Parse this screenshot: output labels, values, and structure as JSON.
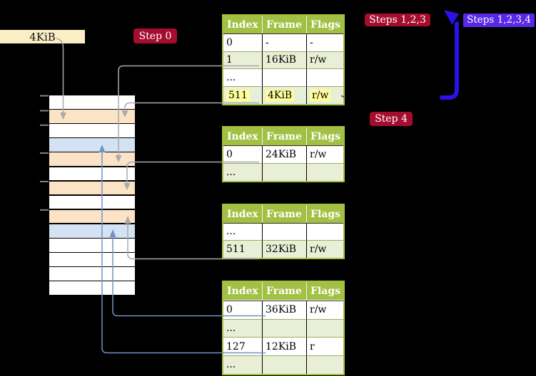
{
  "colors": {
    "canvas_bg": "#000000",
    "table_green": "#a2c043",
    "row_green": "#e9efd6",
    "row_divider": "#9cab5e",
    "highlight_yellow": "#fdfe9b",
    "mem_orange": "#fce3c6",
    "mem_blue": "#d4e2f4",
    "mem_white": "#ffffff",
    "cream": "#fbeec5",
    "crimson": "#a50d2e",
    "violet": "#5a28e8",
    "arrow_gray": "#aaaaaa",
    "arrow_steelblue": "#7292c4",
    "arrow_blue": "#2c12e8",
    "tick_gray": "#828282"
  },
  "labels": {
    "frame_size": "4KiB",
    "step0": "Step 0",
    "steps123": "Steps 1,2,3",
    "steps1234": "Steps 1,2,3,4",
    "step4": "Step 4"
  },
  "tables": [
    {
      "name": "page-table-a",
      "headers": [
        "Index",
        "Frame",
        "Flags"
      ],
      "rows": [
        {
          "cells": [
            "0",
            "-",
            "-"
          ],
          "shaded": false,
          "highlight": false
        },
        {
          "cells": [
            "1",
            "16KiB",
            "r/w"
          ],
          "shaded": true,
          "highlight": false
        },
        {
          "cells": [
            "...",
            "",
            ""
          ],
          "shaded": false,
          "highlight": false
        },
        {
          "cells": [
            "511",
            "4KiB",
            "r/w"
          ],
          "shaded": true,
          "highlight": true
        }
      ]
    },
    {
      "name": "page-table-b",
      "headers": [
        "Index",
        "Frame",
        "Flags"
      ],
      "rows": [
        {
          "cells": [
            "0",
            "24KiB",
            "r/w"
          ],
          "shaded": false,
          "highlight": false
        },
        {
          "cells": [
            "...",
            "",
            ""
          ],
          "shaded": true,
          "highlight": false
        }
      ]
    },
    {
      "name": "page-table-c",
      "headers": [
        "Index",
        "Frame",
        "Flags"
      ],
      "rows": [
        {
          "cells": [
            "...",
            "",
            ""
          ],
          "shaded": false,
          "highlight": false
        },
        {
          "cells": [
            "511",
            "32KiB",
            "r/w"
          ],
          "shaded": true,
          "highlight": false
        }
      ]
    },
    {
      "name": "page-table-d",
      "headers": [
        "Index",
        "Frame",
        "Flags"
      ],
      "rows": [
        {
          "cells": [
            "0",
            "36KiB",
            "r/w"
          ],
          "shaded": false,
          "highlight": false
        },
        {
          "cells": [
            "...",
            "",
            ""
          ],
          "shaded": true,
          "highlight": false
        },
        {
          "cells": [
            "127",
            "12KiB",
            "r"
          ],
          "shaded": false,
          "highlight": false
        },
        {
          "cells": [
            "...",
            "",
            ""
          ],
          "shaded": true,
          "highlight": false
        }
      ]
    }
  ],
  "memory": {
    "rows": [
      "white",
      "orange",
      "white",
      "blue",
      "orange",
      "white",
      "orange",
      "white",
      "orange",
      "blue",
      "white",
      "white",
      "white",
      "white"
    ],
    "tick_count": 6
  }
}
